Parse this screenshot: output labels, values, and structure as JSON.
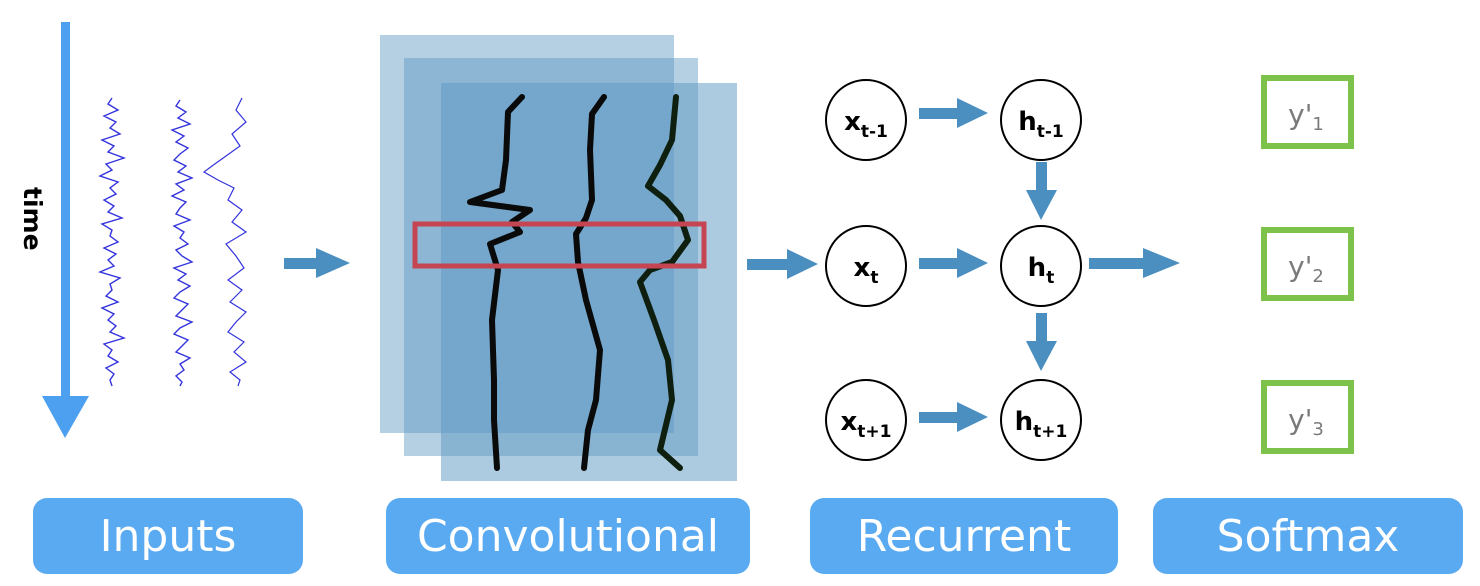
{
  "time_label": "time",
  "sections": {
    "inputs": "Inputs",
    "convolutional": "Convolutional",
    "recurrent": "Recurrent",
    "softmax": "Softmax"
  },
  "recurrent_nodes": {
    "x_prev": {
      "base": "x",
      "sub": "t-1"
    },
    "x_curr": {
      "base": "x",
      "sub": "t"
    },
    "x_next": {
      "base": "x",
      "sub": "t+1"
    },
    "h_prev": {
      "base": "h",
      "sub": "t-1"
    },
    "h_curr": {
      "base": "h",
      "sub": "t"
    },
    "h_next": {
      "base": "h",
      "sub": "t+1"
    }
  },
  "outputs": [
    {
      "base": "y'",
      "sub": "1"
    },
    {
      "base": "y'",
      "sub": "2"
    },
    {
      "base": "y'",
      "sub": "3"
    }
  ],
  "colors": {
    "label_bg": "#5aaaf2",
    "time_arrow": "#4d9ff0",
    "flow_arrow": "#4a8fc0",
    "signal": "#3333dd",
    "conv_layer": "#5b97c2",
    "highlight": "#c64552",
    "output_border": "#7dc24a"
  }
}
